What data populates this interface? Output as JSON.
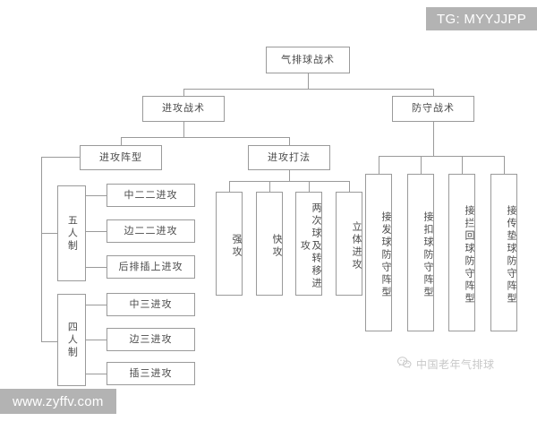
{
  "diagram": {
    "title": "气排球战术",
    "root": {
      "label": "气排球战术"
    },
    "level2": {
      "offense": "进攻战术",
      "defense": "防守战术"
    },
    "level3": {
      "formation": "进攻阵型",
      "playstyle": "进攻打法"
    },
    "systems": {
      "five": "五人制",
      "four": "四人制"
    },
    "five_player_attacks": [
      "中二二进攻",
      "边二二进攻",
      "后排插上进攻"
    ],
    "four_player_attacks": [
      "中三进攻",
      "边三进攻",
      "插三进攻"
    ],
    "play_styles": [
      "强攻",
      "快攻",
      "两次球及转移进攻",
      "立体进攻"
    ],
    "defense_formations": [
      "接发球防守阵型",
      "接扣球防守阵型",
      "接拦回球防守阵型",
      "接传垫球防守阵型"
    ]
  },
  "overlays": {
    "tg_banner": "TG: MYYJJPP",
    "site_banner": "www.zyffv.com",
    "watermark_text": "中国老年气排球",
    "watermark_icon": "wechat-icon"
  },
  "colors": {
    "box_border": "#9a9a9a",
    "line": "#9a9a9a",
    "text": "#4a4a4a",
    "banner_bg": "#b3b3b3",
    "banner_text": "#ffffff",
    "watermark": "#c8c8c8",
    "background": "#ffffff"
  }
}
